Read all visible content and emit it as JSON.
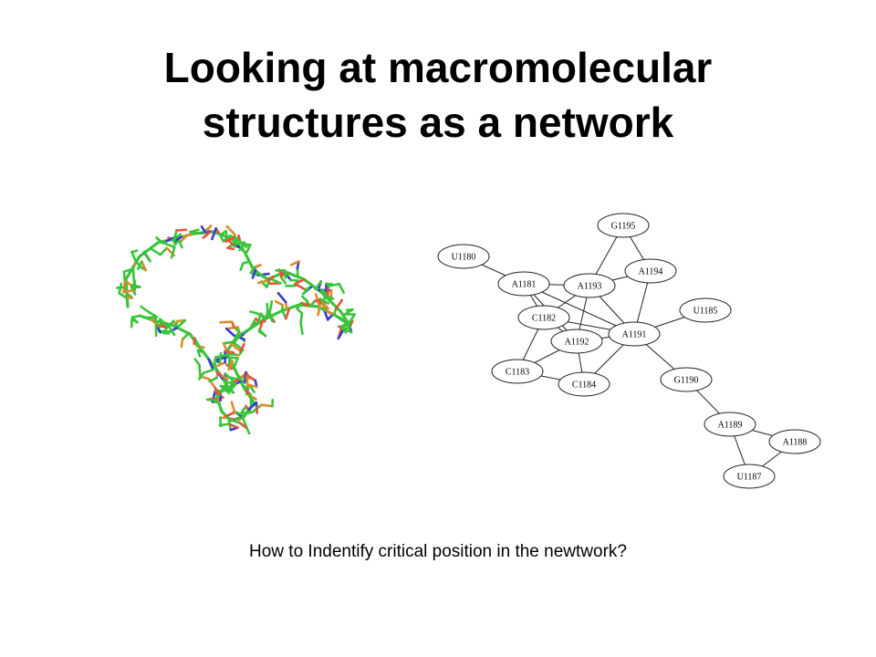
{
  "title": {
    "line1": "Looking at macromolecular",
    "line2": "structures as a network"
  },
  "caption": "How to Indentify critical position in the newtwork?",
  "colors": {
    "carbon": "#39c43a",
    "nitrogen": "#3a3ad8",
    "oxygen": "#e8523a",
    "phosphorus": "#e08a2a",
    "edge": "#222222"
  },
  "network": {
    "nodes": [
      {
        "id": "G1195",
        "label": "G1195"
      },
      {
        "id": "U1180",
        "label": "U1180"
      },
      {
        "id": "A1181",
        "label": "A1181"
      },
      {
        "id": "A1193",
        "label": "A1193"
      },
      {
        "id": "A1194",
        "label": "A1194"
      },
      {
        "id": "U1185",
        "label": "U1185"
      },
      {
        "id": "C1182",
        "label": "C1182"
      },
      {
        "id": "A1192",
        "label": "A1192"
      },
      {
        "id": "A1191",
        "label": "A1191"
      },
      {
        "id": "C1183",
        "label": "C1183"
      },
      {
        "id": "C1184",
        "label": "C1184"
      },
      {
        "id": "G1190",
        "label": "G1190"
      },
      {
        "id": "A1189",
        "label": "A1189"
      },
      {
        "id": "A1188",
        "label": "A1188"
      },
      {
        "id": "U1187",
        "label": "U1187"
      }
    ],
    "edges": [
      [
        "G1195",
        "A1193"
      ],
      [
        "G1195",
        "A1194"
      ],
      [
        "U1180",
        "A1181"
      ],
      [
        "A1181",
        "A1193"
      ],
      [
        "A1181",
        "C1182"
      ],
      [
        "A1181",
        "A1192"
      ],
      [
        "A1181",
        "A1191"
      ],
      [
        "A1193",
        "A1194"
      ],
      [
        "A1193",
        "A1192"
      ],
      [
        "A1193",
        "A1191"
      ],
      [
        "A1193",
        "C1182"
      ],
      [
        "A1194",
        "A1191"
      ],
      [
        "C1182",
        "A1192"
      ],
      [
        "C1182",
        "C1183"
      ],
      [
        "C1182",
        "A1191"
      ],
      [
        "A1192",
        "A1191"
      ],
      [
        "A1192",
        "C1183"
      ],
      [
        "A1192",
        "C1184"
      ],
      [
        "A1191",
        "C1184"
      ],
      [
        "A1191",
        "U1185"
      ],
      [
        "A1191",
        "G1190"
      ],
      [
        "C1183",
        "C1184"
      ],
      [
        "G1190",
        "A1189"
      ],
      [
        "A1189",
        "A1188"
      ],
      [
        "A1189",
        "U1187"
      ],
      [
        "A1188",
        "U1187"
      ]
    ]
  }
}
